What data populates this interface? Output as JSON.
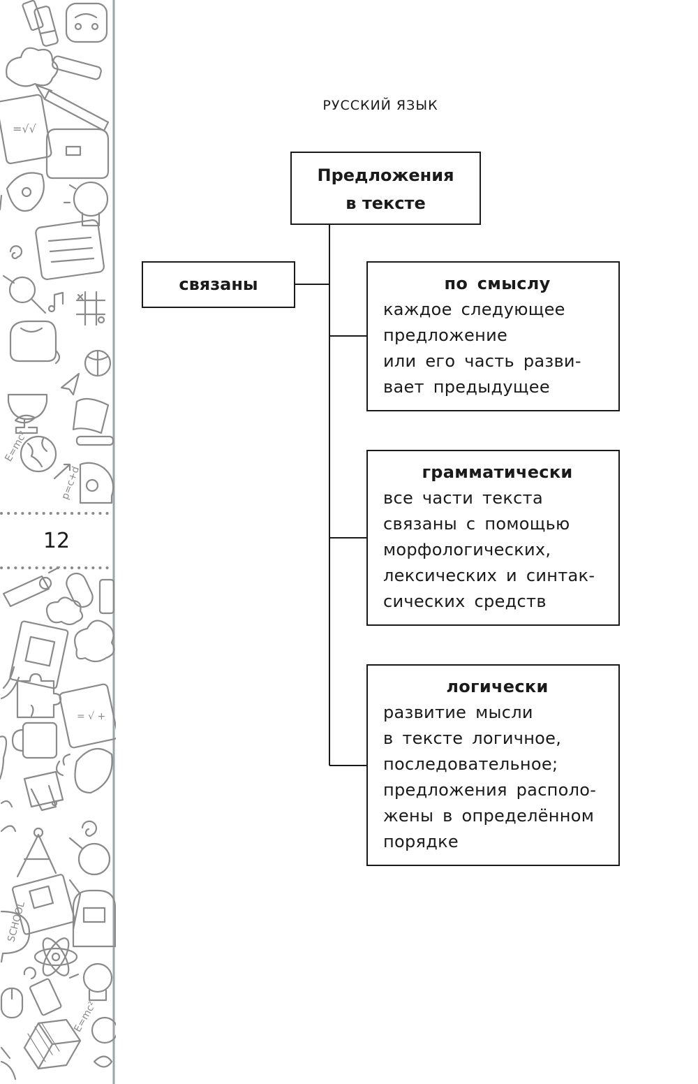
{
  "page": {
    "number": "12",
    "section_header": "РУССКИЙ ЯЗЫК"
  },
  "diagram": {
    "root": {
      "lines": [
        "Предложения",
        "в тексте"
      ]
    },
    "relation": "связаны",
    "categories": [
      {
        "title": "по смыслу",
        "lines": [
          "каждое следующее",
          "предложение",
          "или его часть разви-",
          "вает предыдущее"
        ]
      },
      {
        "title": "грамматически",
        "lines": [
          "все части текста",
          "связаны с помощью",
          "морфологических,",
          "лексических и синтак-",
          "сических средств"
        ]
      },
      {
        "title": "логически",
        "lines": [
          "развитие мысли",
          "в тексте логичное,",
          "последовательное;",
          "предложения располо-",
          "жены в определённом",
          "порядке"
        ]
      }
    ]
  },
  "sidebar": {
    "doodle_icons": [
      "lipstick-icon",
      "paint-tube-icon",
      "backpack-icon",
      "cloud-icon",
      "pencil-icon",
      "chalkboard-icon",
      "bag-icon",
      "rocket-icon",
      "lightbulb-icon",
      "clipboard-icon",
      "magnifier-icon",
      "tic-tac-toe-icon",
      "trophy-icon",
      "paper-plane-icon",
      "globe-icon",
      "protractor-icon",
      "ball-icon",
      "diploma-scroll-icon",
      "book-icon",
      "puzzle-icon",
      "mug-icon",
      "graduation-cap-icon",
      "compass-icon",
      "atom-icon",
      "cube-icon"
    ],
    "line_color": "#8a8a8a"
  }
}
